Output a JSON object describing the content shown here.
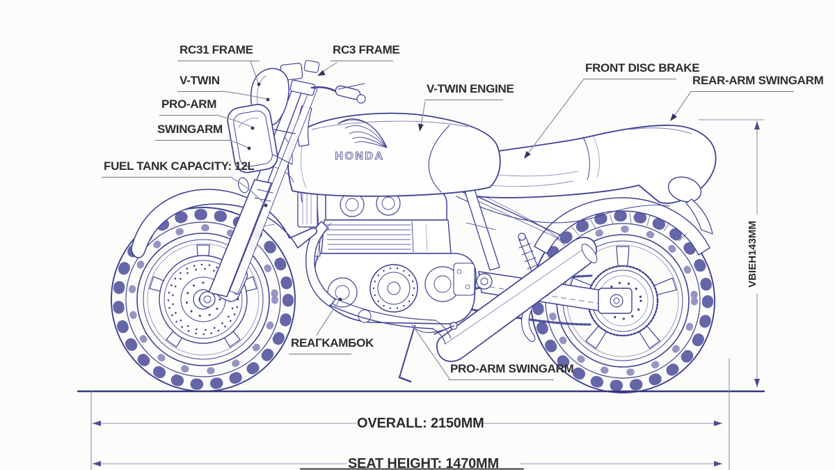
{
  "background": "#fcfcfa",
  "drawing": {
    "subject": "motorcycle-blueprint",
    "line_color": "#3e4094",
    "label_color": "#2d2d31",
    "brand": "HONDA"
  },
  "callouts": [
    {
      "id": "rc31-frame",
      "text": "RC31 FRAME"
    },
    {
      "id": "rc3-frame",
      "text": "RC3 FRAME"
    },
    {
      "id": "v-twin",
      "text": "V-TWIN"
    },
    {
      "id": "pro-arm",
      "text": "PRO-ARM"
    },
    {
      "id": "swingarm",
      "text": "SWINGARM"
    },
    {
      "id": "fuel-tank-capacity",
      "text": "FUEL TANK CAPACITY: 12L"
    },
    {
      "id": "v-twin-engine",
      "text": "V-TWIN ENGINE"
    },
    {
      "id": "front-disc-brake",
      "text": "FRONT DISC BRAKE"
    },
    {
      "id": "rear-arm-swingarm",
      "text": "REAR-ARM SWINGARM"
    },
    {
      "id": "rear-kambok",
      "text": "REAГKAMБOK"
    },
    {
      "id": "pro-arm-swingarm",
      "text": "PRO-ARM SWINGARM"
    }
  ],
  "dimensions": {
    "overall_length": "OVERALL: 2150MM",
    "seat_height": "SEAT HEIGHT: 1470MM",
    "height_vertical": "VBIEH143MM"
  }
}
